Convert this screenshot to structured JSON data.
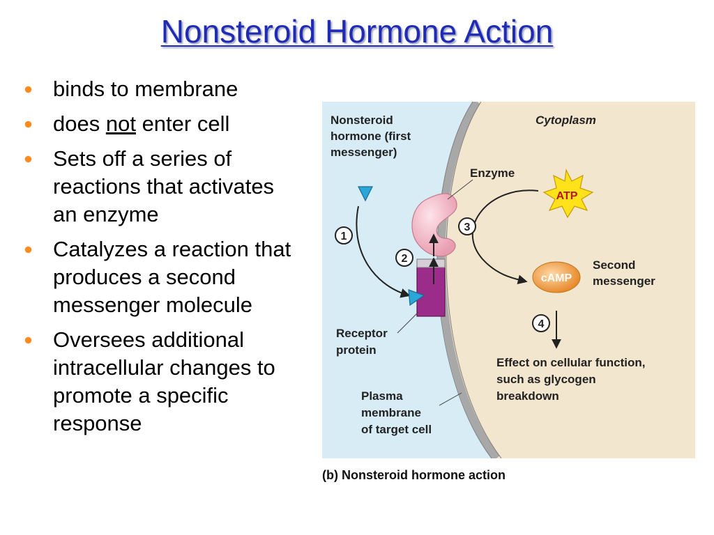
{
  "slide": {
    "title": "Nonsteroid Hormone Action"
  },
  "bullets": [
    {
      "pre": "binds to  membrane",
      "em": "",
      "post": ""
    },
    {
      "pre": "does ",
      "em": "not",
      "post": " enter cell"
    },
    {
      "pre": "Sets off a series of reactions that activates an enzyme",
      "em": "",
      "post": ""
    },
    {
      "pre": "Catalyzes a reaction that produces a second messenger molecule",
      "em": "",
      "post": ""
    },
    {
      "pre": "Oversees additional intracellular changes to promote a specific response",
      "em": "",
      "post": ""
    }
  ],
  "diagram": {
    "hormone_l1": "Nonsteroid",
    "hormone_l2": "hormone (first",
    "hormone_l3": "messenger)",
    "cytoplasm": "Cytoplasm",
    "enzyme": "Enzyme",
    "atp": "ATP",
    "camp": "cAMP",
    "second_l1": "Second",
    "second_l2": "messenger",
    "receptor_l1": "Receptor",
    "receptor_l2": "protein",
    "membrane_l1": "Plasma",
    "membrane_l2": "membrane",
    "membrane_l3": "of target cell",
    "effect_l1": "Effect on cellular function,",
    "effect_l2": "such as glycogen",
    "effect_l3": "breakdown",
    "step1": "1",
    "step2": "2",
    "step3": "3",
    "step4": "4",
    "caption": "(b) Nonsteroid hormone action"
  },
  "colors": {
    "title": "#1f2bb5",
    "bullet_dot": "#ff8a1e",
    "extracellular": "#d7ecf5",
    "cytoplasm": "#f3e6cf",
    "membrane": "#a8a8a8",
    "receptor": "#9b2c8a",
    "enzyme": "#f4b7c6",
    "hormone": "#2aa6d8",
    "atp_star": "#ffe21a",
    "camp": "#f0a04a"
  }
}
